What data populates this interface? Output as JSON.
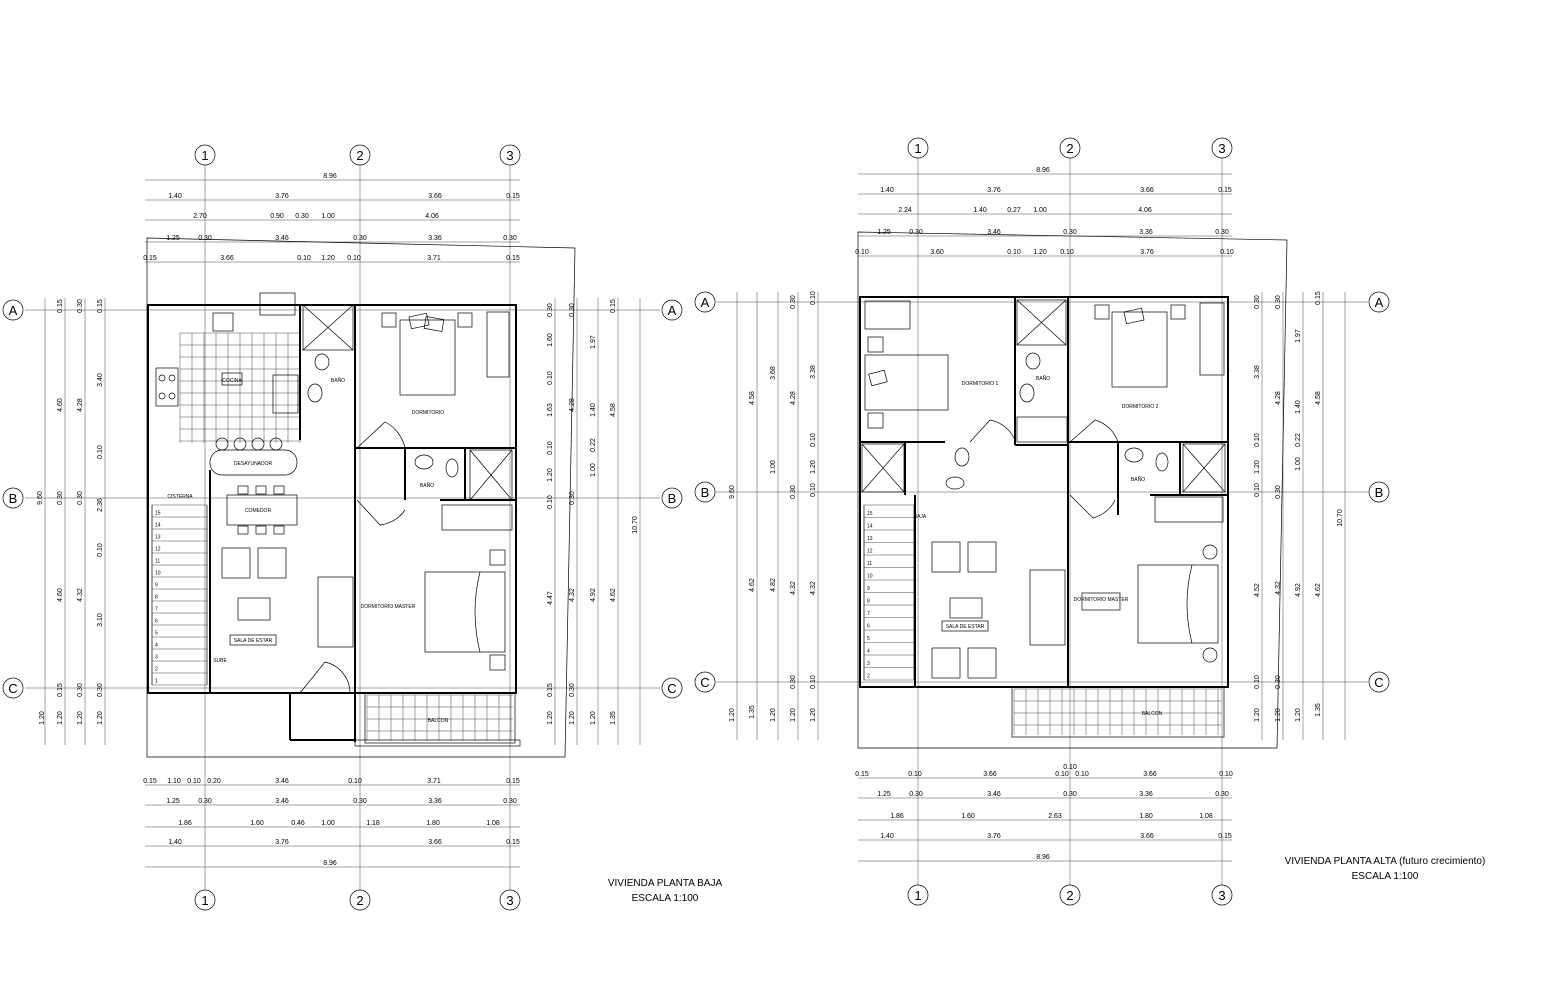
{
  "plans": [
    {
      "title": "VIVIENDA PLANTA BAJA",
      "scale": "ESCALA 1:100",
      "axes_columns": [
        "1",
        "2",
        "3"
      ],
      "axes_rows": [
        "A",
        "B",
        "C"
      ],
      "top_dims": [
        [
          "8.96"
        ],
        [
          "1.40",
          "3.76",
          "3.66",
          "0.15"
        ],
        [
          "2.70",
          "0.90",
          "0.30",
          "1.00",
          "4.06"
        ],
        [
          "1.25",
          "0.30",
          "3.46",
          "0.30",
          "3.36",
          "0.30"
        ],
        [
          "0.15",
          "3.66",
          "0.10",
          "1.20",
          "0.10",
          "3.71",
          "0.15"
        ]
      ],
      "bottom_dims": [
        [
          "0.15",
          "1.10",
          "0.10",
          "0.20",
          "3.46",
          "0.10",
          "3.71",
          "0.15"
        ],
        [
          "1.25",
          "0.30",
          "3.46",
          "0.30",
          "3.36",
          "0.30"
        ],
        [
          "1.86",
          "1.60",
          "0.46",
          "1.00",
          "1.18",
          "1.80",
          "1.08"
        ],
        [
          "1.40",
          "3.76",
          "3.66",
          "0.15"
        ],
        [
          "8.96"
        ]
      ],
      "left_dims": [
        [
          "9.60"
        ],
        [
          "0.15",
          "4.60",
          "0.30",
          "4.60",
          "0.15",
          "1.20"
        ],
        [
          "0.30",
          "4.28",
          "0.30",
          "4.32",
          "0.30",
          "1.20"
        ],
        [
          "0.15",
          "3.40",
          "0.10",
          "2.36",
          "0.10",
          "3.10",
          "0.30",
          "1.20"
        ]
      ],
      "right_dims": [
        [
          "0.30",
          "1.60",
          "0.10",
          "1.63",
          "0.10",
          "1.20",
          "0.10",
          "4.47",
          "0.15",
          "1.20"
        ],
        [
          "0.30",
          "4.28",
          "0.30",
          "4.32",
          "0.30",
          "1.20"
        ],
        [
          "1.97",
          "1.40",
          "0.22",
          "1.00",
          "4.92",
          "1.20"
        ],
        [
          "0.15",
          "4.58",
          "4.62",
          "1.35"
        ],
        [
          "10.70"
        ]
      ],
      "rooms": {
        "kitchen": "COCINA",
        "breakfast": "DESAYUNADOR",
        "bath_top": "BAÑO",
        "bedroom": "DORMITORIO",
        "dining": "COMEDOR",
        "cistern": "CISTERNA",
        "bath_mid": "BAÑO",
        "living": "SALA DE ESTAR",
        "master": "DORMITORIO MASTER",
        "stairs": "SUBE",
        "balcony": "BALCON"
      },
      "stair_numbers": [
        "15",
        "14",
        "13",
        "12",
        "11",
        "10",
        "9",
        "8",
        "7",
        "6",
        "5",
        "4",
        "3",
        "2",
        "1"
      ]
    },
    {
      "title": "VIVIENDA PLANTA ALTA (futuro crecimiento)",
      "scale": "ESCALA 1:100",
      "axes_columns": [
        "1",
        "2",
        "3"
      ],
      "axes_rows": [
        "A",
        "B",
        "C"
      ],
      "top_dims": [
        [
          "8.96"
        ],
        [
          "1.40",
          "3.76",
          "3.66",
          "0.15"
        ],
        [
          "2.24",
          "1.40",
          "0.27",
          "1.00",
          "4.06"
        ],
        [
          "1.25",
          "0.30",
          "3.46",
          "0.30",
          "3.36",
          "0.30"
        ],
        [
          "0.10",
          "3.60",
          "0.10",
          "1.20",
          "0.10",
          "3.76",
          "0.10"
        ]
      ],
      "bottom_dims": [
        [
          "0.10"
        ],
        [
          "0.15",
          "0.10",
          "3.66",
          "0.10",
          "0.10",
          "3.66",
          "0.10"
        ],
        [
          "1.25",
          "0.30",
          "3.46",
          "0.30",
          "3.36",
          "0.30"
        ],
        [
          "1.86",
          "1.60",
          "2.63",
          "1.80",
          "1.08"
        ],
        [
          "1.40",
          "3.76",
          "3.66",
          "0.15"
        ],
        [
          "8.96"
        ]
      ],
      "left_dims": [
        [
          "9.60"
        ],
        [
          "1.20",
          "4.58",
          "4.62",
          "1.35"
        ],
        [
          "1.00",
          "3.68",
          "4.82",
          "1.20"
        ],
        [
          "0.30",
          "4.28",
          "0.30",
          "4.32",
          "0.30",
          "1.20"
        ],
        [
          "0.10",
          "3.38",
          "0.10",
          "1.20",
          "0.10",
          "4.32",
          "0.10",
          "1.20"
        ]
      ],
      "right_dims": [
        [
          "0.30",
          "3.38",
          "0.10",
          "1.20",
          "0.10",
          "4.52",
          "0.10",
          "1.20"
        ],
        [
          "0.30",
          "4.28",
          "0.30",
          "4.32",
          "0.30",
          "1.20"
        ],
        [
          "1.97",
          "1.40",
          "0.22",
          "1.00",
          "4.92",
          "1.20"
        ],
        [
          "0.15",
          "4.58",
          "4.62",
          "1.35"
        ],
        [
          "10.70"
        ]
      ],
      "rooms": {
        "bed1": "DORMITORIO 1",
        "bath_top": "BAÑO",
        "bed2": "DORMITORIO 2",
        "bath_mid": "BAÑO",
        "down": "BAJA",
        "living": "SALA DE ESTAR",
        "master": "DORMITORIO MASTER",
        "balcony": "BALCON"
      },
      "stair_numbers": [
        "15",
        "14",
        "13",
        "12",
        "11",
        "10",
        "9",
        "8",
        "7",
        "6",
        "5",
        "4",
        "3",
        "2"
      ]
    }
  ]
}
